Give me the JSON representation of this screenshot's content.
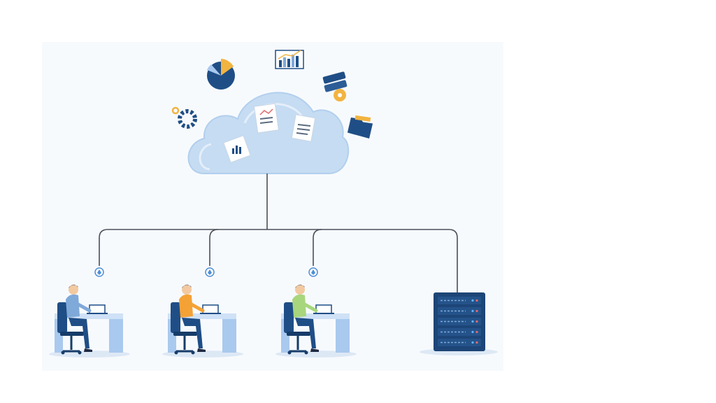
{
  "scene": {
    "subject": "cloud-network-illustration",
    "colors": {
      "cloud_fill": "#c5dcf2",
      "cloud_highlight": "#e4eefa",
      "line": "#4a4f5a",
      "navy": "#1f4e86",
      "navy_dark": "#173c69",
      "accent_gold": "#f2b441",
      "desk": "#a9c9ee",
      "desk_top": "#cfe1f6",
      "shirt_1": "#7fa9d9",
      "shirt_2": "#f4a235",
      "shirt_3": "#a8d67d",
      "server": "#1d4577",
      "server_led": "#5fb0ff"
    },
    "icons": [
      "pie-chart-icon",
      "bar-chart-card-icon",
      "database-gear-icon",
      "gear-icon",
      "folder-icon",
      "document-icon"
    ],
    "workstations": [
      {
        "shirt": "shirt_1"
      },
      {
        "shirt": "shirt_2"
      },
      {
        "shirt": "shirt_3"
      }
    ],
    "server_rack_units": 5
  }
}
